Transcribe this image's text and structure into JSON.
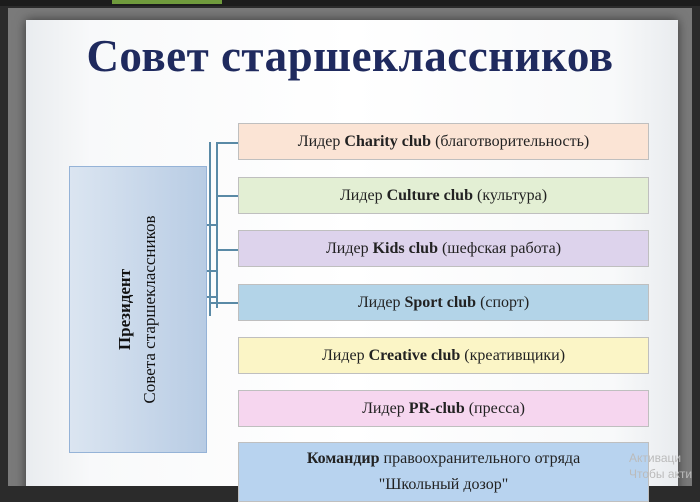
{
  "title": "Совет старшеклассников",
  "president": {
    "line1": "Президент",
    "line2": "Совета старшеклассников"
  },
  "leaders": [
    {
      "prefix": "Лидер ",
      "name": "Charity club",
      "suffix": " (благотворительность)",
      "color": "#fbe4d5"
    },
    {
      "prefix": "Лидер ",
      "name": "Culture club",
      "suffix": " (культура)",
      "color": "#e3efd4"
    },
    {
      "prefix": "Лидер ",
      "name": "Kids club",
      "suffix": " (шефская работа)",
      "color": "#ddd3ec"
    },
    {
      "prefix": "Лидер ",
      "name": "Sport club",
      "suffix": " (спорт)",
      "color": "#b3d4e8"
    },
    {
      "prefix": "Лидер ",
      "name": "Creative club",
      "suffix": " (креативщики)",
      "color": "#fbf5c6"
    },
    {
      "prefix": "Лидер ",
      "name": "PR-club",
      "suffix": " (пресса)",
      "color": "#f6d6ef"
    }
  ],
  "commander": {
    "bold": "Командир",
    "rest": " правоохранительного отряда",
    "line2": "\"Школьный дозор\"",
    "color": "#b8d3ef"
  },
  "watermark": {
    "line1": "Активаци",
    "line2": "Чтобы акти"
  }
}
